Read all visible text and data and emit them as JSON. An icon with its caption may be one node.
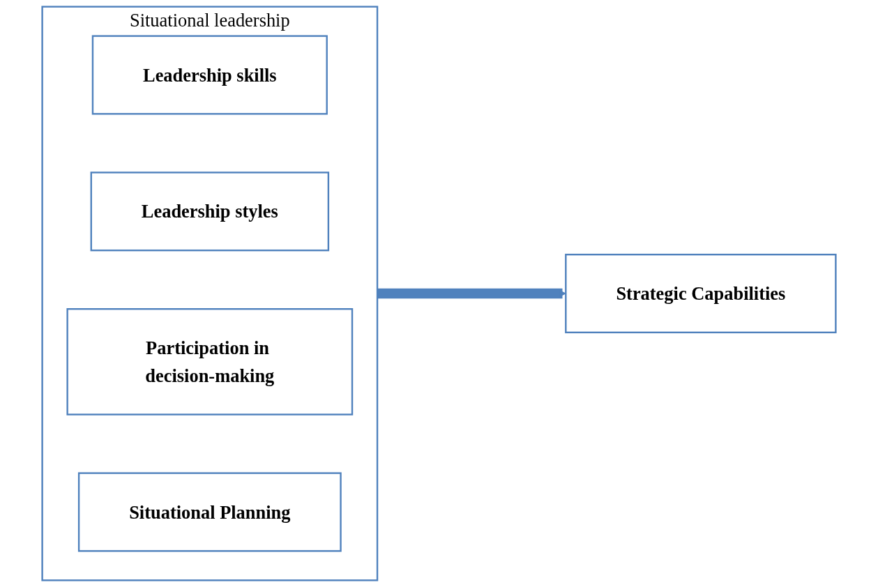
{
  "diagram": {
    "nodes": [
      {
        "text": [
          "Situational leadership"
        ]
      },
      {
        "text": [
          "Leadership skills"
        ],
        "in": 0
      },
      {
        "text": [
          "Leadership styles"
        ],
        "in": 0
      },
      {
        "text": [
          "Participation in decision-making"
        ],
        "in": 0
      },
      {
        "text": [
          "Situational Planning"
        ],
        "in": 0
      },
      {
        "text": [
          "Strategic Capabilities"
        ]
      }
    ],
    "edges": [
      {
        "from": 0,
        "to": 5,
        "arrow": "to"
      }
    ]
  }
}
